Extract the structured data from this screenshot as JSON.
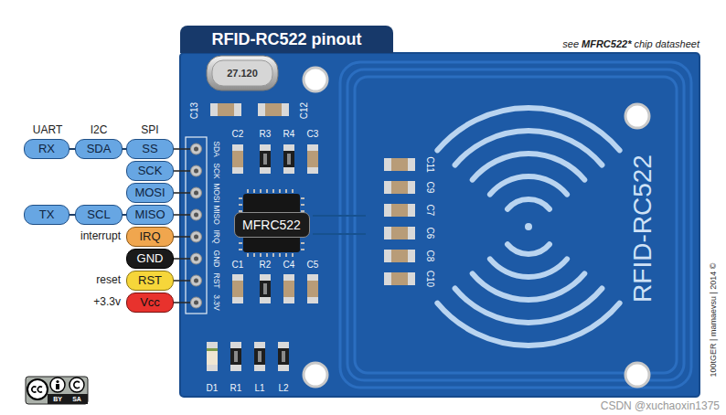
{
  "diagram": {
    "title": "RFID-RC522 pinout",
    "nodes": [
      {
        "text": [
          "RX"
        ]
      },
      {
        "text": [
          "SDA"
        ]
      },
      {
        "text": [
          "SS"
        ]
      },
      {
        "text": [
          "SCK"
        ]
      },
      {
        "text": [
          "MOSI"
        ]
      },
      {
        "text": [
          "TX"
        ]
      },
      {
        "text": [
          "SCL"
        ]
      },
      {
        "text": [
          "MISO"
        ]
      },
      {
        "text": [
          "IRQ"
        ]
      },
      {
        "text": [
          "GND"
        ]
      },
      {
        "text": [
          "RST"
        ]
      },
      {
        "text": [
          "Vcc"
        ]
      },
      {
        "text": [
          "MFRC522"
        ]
      }
    ],
    "edges": [
      {
        "from": 0,
        "to": 1,
        "arrow": "none"
      },
      {
        "from": 1,
        "to": 2,
        "arrow": "none"
      },
      {
        "from": 5,
        "to": 6,
        "arrow": "none"
      },
      {
        "from": 6,
        "to": 7,
        "arrow": "none"
      }
    ],
    "labels": [
      "see",
      "MFRC522*",
      "chip datasheet",
      "UART",
      "I2C",
      "SPI",
      "interrupt",
      "reset",
      "+3.3v",
      "27.120",
      "C13",
      "C12",
      "SDA",
      "SCK",
      "MOSI",
      "MISO",
      "IRQ",
      "GND",
      "RST",
      "3.3V",
      "C2",
      "R3",
      "R4",
      "C3",
      "C1",
      "R2",
      "C4",
      "C5",
      "C11",
      "C9",
      "C7",
      "C6",
      "C8",
      "C10",
      "D1",
      "R1",
      "L1",
      "L2",
      "RFID-RC522",
      "100tGER | mamaevsu | 2014 ©",
      "BY",
      "SA",
      "CSDN @xuchaoxin1375"
    ]
  }
}
